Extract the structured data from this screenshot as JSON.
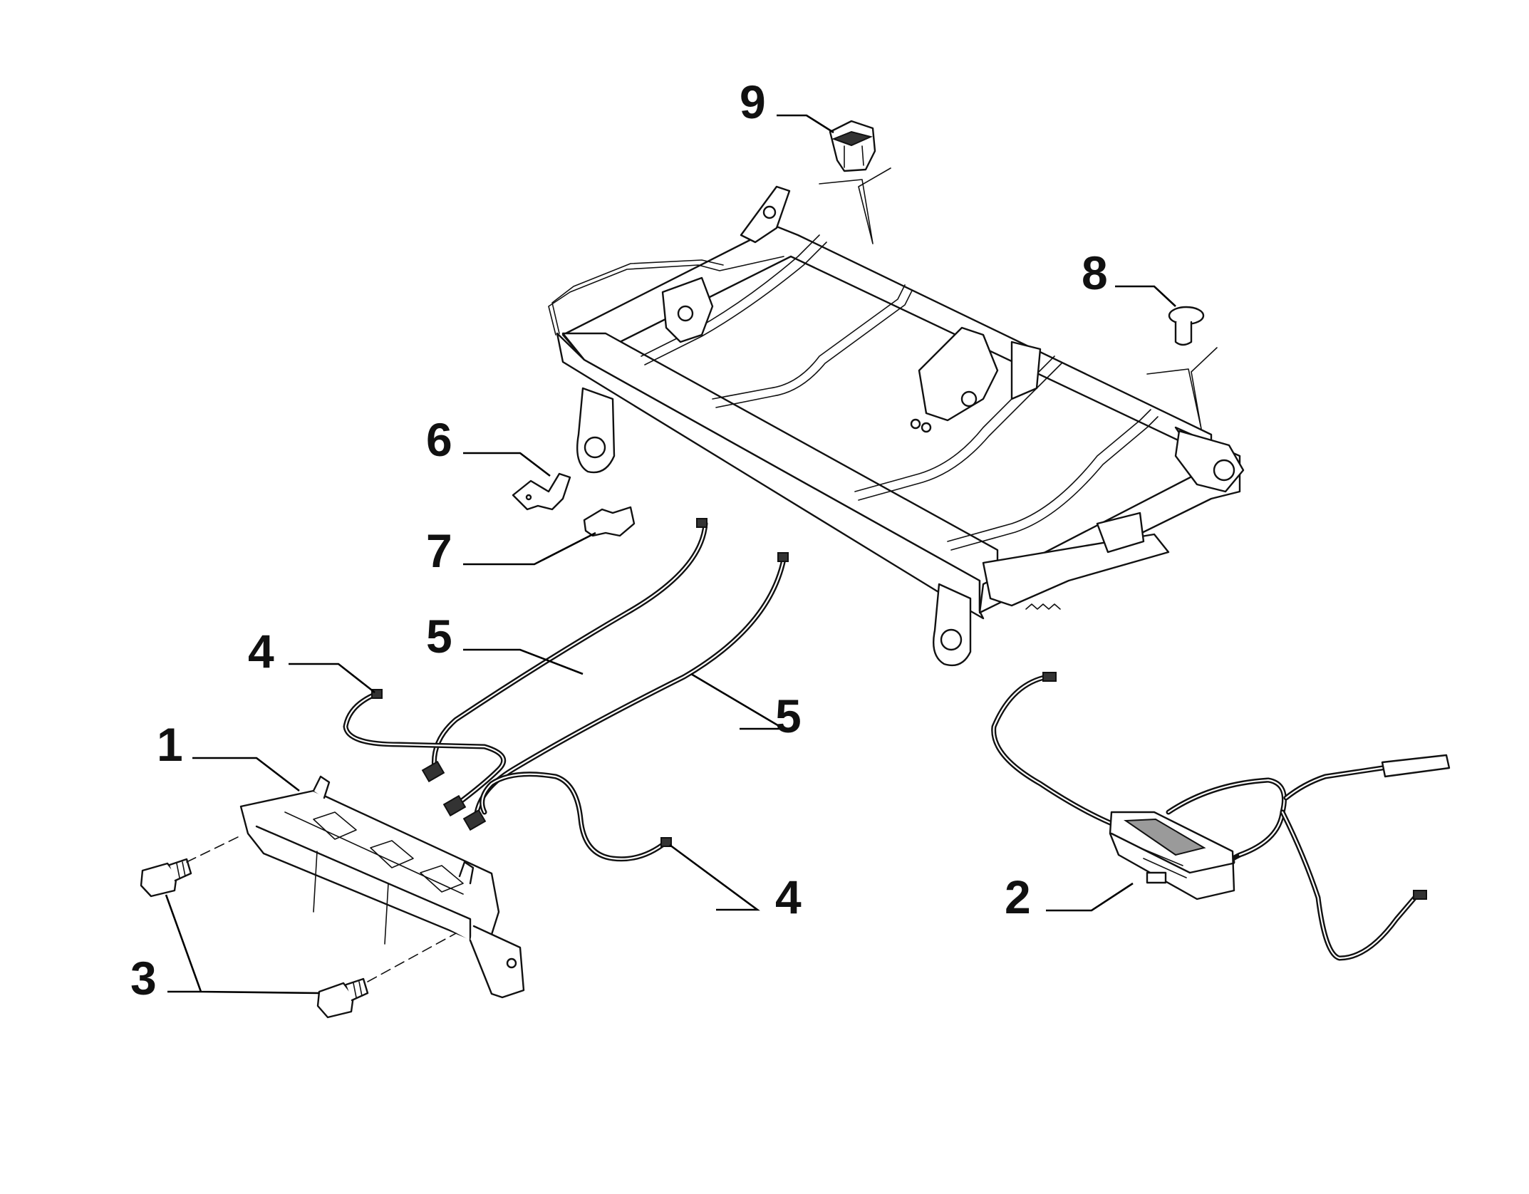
{
  "callouts": [
    {
      "id": "1",
      "label": "1"
    },
    {
      "id": "2",
      "label": "2"
    },
    {
      "id": "3",
      "label": "3"
    },
    {
      "id": "4a",
      "label": "4"
    },
    {
      "id": "4b",
      "label": "4"
    },
    {
      "id": "5a",
      "label": "5"
    },
    {
      "id": "5b",
      "label": "5"
    },
    {
      "id": "6",
      "label": "6"
    },
    {
      "id": "7",
      "label": "7"
    },
    {
      "id": "8",
      "label": "8"
    },
    {
      "id": "9",
      "label": "9"
    }
  ],
  "colors": {
    "ink": "#111111",
    "paper": "#ffffff",
    "shade": "#9a9a9a"
  },
  "parts": [
    {
      "ref": "1",
      "icon": "switch-panel"
    },
    {
      "ref": "2",
      "icon": "control-unit-with-harness"
    },
    {
      "ref": "3",
      "icon": "screw"
    },
    {
      "ref": "4",
      "icon": "cable"
    },
    {
      "ref": "5",
      "icon": "cable"
    },
    {
      "ref": "6",
      "icon": "bracket"
    },
    {
      "ref": "7",
      "icon": "clip"
    },
    {
      "ref": "8",
      "icon": "rivet"
    },
    {
      "ref": "9",
      "icon": "clip"
    },
    {
      "ref": "",
      "icon": "seat-frame"
    }
  ]
}
